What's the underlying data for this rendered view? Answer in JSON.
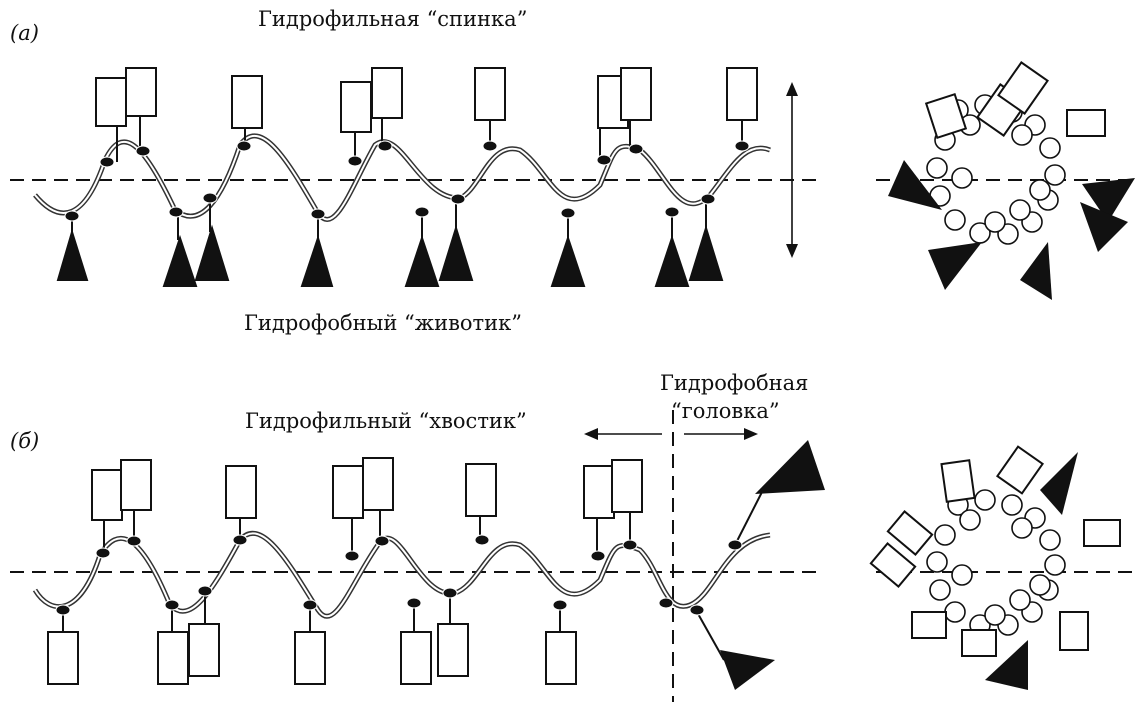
{
  "panel_a": {
    "letter": "(а)",
    "top_label": "Гидрофильная “спинка”",
    "bottom_label": "Гидрофобный “животик”"
  },
  "panel_b": {
    "letter": "(б)",
    "tail_label": "Гидрофильный “хвостик”",
    "head_label_line1": "Гидрофобная",
    "head_label_line2": "“головка”"
  },
  "colors": {
    "stroke": "#111111",
    "fill_dark": "#111111",
    "fill_light": "#ffffff"
  }
}
